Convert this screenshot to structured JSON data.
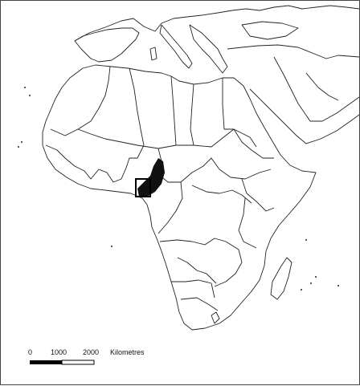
{
  "map": {
    "colors": {
      "border": "#222222",
      "land": "#ffffff",
      "highlight": "#111111",
      "background": "#ffffff"
    },
    "highlighted_country": "Cameroon",
    "scale_bar": {
      "labels": [
        "0",
        "1000",
        "2000"
      ],
      "unit": "Kilometres"
    }
  }
}
